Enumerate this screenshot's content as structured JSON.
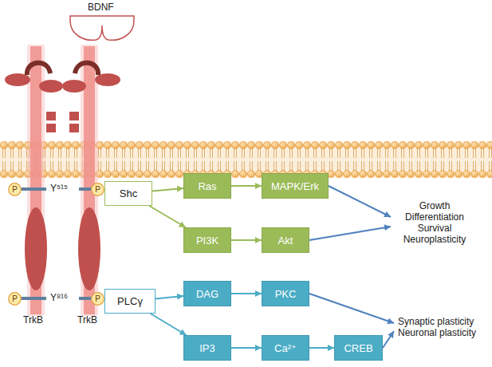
{
  "diagram": {
    "nodes": [
      {
        "text": [
          "P"
        ]
      },
      {
        "text": [
          "P"
        ]
      },
      {
        "text": [
          "Shc"
        ]
      },
      {
        "text": [
          "Ras"
        ]
      },
      {
        "text": [
          "MAPK/Erk"
        ]
      },
      {
        "text": [
          "PI3K"
        ]
      },
      {
        "text": [
          "Akt"
        ]
      },
      {
        "text": [
          "P"
        ]
      },
      {
        "text": [
          "P"
        ]
      },
      {
        "text": [
          "PLCγ"
        ]
      },
      {
        "text": [
          "DAG"
        ]
      },
      {
        "text": [
          "PKC"
        ]
      },
      {
        "text": [
          "IP3"
        ]
      },
      {
        "text": [
          "Ca²⁺"
        ]
      },
      {
        "text": [
          "CREB"
        ]
      }
    ],
    "edges": [
      {
        "from": 2,
        "to": 3,
        "arrow": "to"
      },
      {
        "from": 2,
        "to": 5,
        "arrow": "to"
      },
      {
        "from": 3,
        "to": 4,
        "arrow": "to"
      },
      {
        "from": 5,
        "to": 6,
        "arrow": "to"
      },
      {
        "from": 9,
        "to": 10,
        "arrow": "to"
      },
      {
        "from": 9,
        "to": 12,
        "arrow": "to"
      },
      {
        "from": 10,
        "to": 11,
        "arrow": "to"
      },
      {
        "from": 12,
        "to": 13,
        "arrow": "to"
      },
      {
        "from": 13,
        "to": 14,
        "arrow": "to"
      }
    ],
    "labels": [
      "BDNF",
      "Y⁵¹⁵",
      "Y⁸¹⁶",
      "TrkB",
      "TrkB",
      "Growth Differentiation Survival Neuroplasticity",
      "Synaptic plasticity Neuronal plasticity"
    ]
  }
}
